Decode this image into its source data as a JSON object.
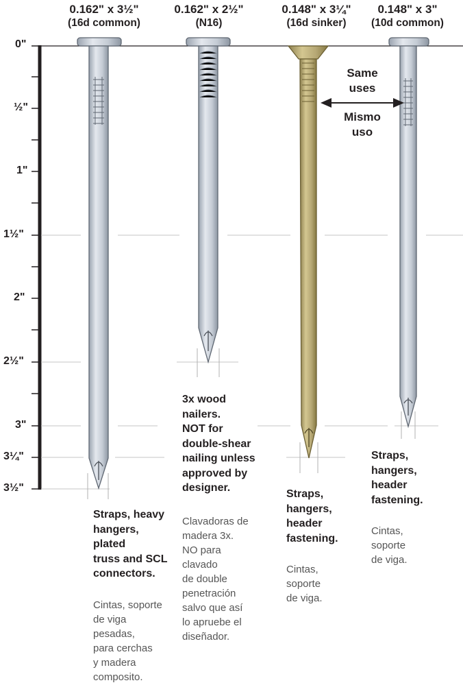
{
  "nails": [
    {
      "size": "0.162\" x 3½\"",
      "name": "(16d common)",
      "use_en": [
        "Straps, heavy",
        "hangers,",
        "plated",
        "truss and SCL",
        "connectors."
      ],
      "use_es": [
        "Cintas, soporte",
        "de viga",
        "pesadas,",
        "para cerchas",
        "y madera",
        "composito."
      ]
    },
    {
      "size": "0.162\" x 2½\"",
      "name": "(N16)",
      "use_en": [
        "3x wood",
        "nailers.",
        "NOT for",
        "double-shear",
        "nailing unless",
        "approved by",
        "designer."
      ],
      "use_es": [
        "Clavadoras de",
        "madera 3x.",
        "NO para",
        "clavado",
        "de double",
        "penetración",
        "salvo que así",
        "lo apruebe el",
        "diseñador."
      ]
    },
    {
      "size": "0.148\" x 3¼\"",
      "name": "(16d sinker)",
      "use_en": [
        "Straps,",
        "hangers,",
        "header",
        "fastening."
      ],
      "use_es": [
        "Cintas,",
        "soporte",
        "de viga."
      ]
    },
    {
      "size": "0.148\" x 3\"",
      "name": "(10d common)",
      "use_en": [
        "Straps,",
        "hangers,",
        "header",
        "fastening."
      ],
      "use_es": [
        "Cintas,",
        "soporte",
        "de viga."
      ]
    }
  ],
  "ruler": {
    "t0": "0\"",
    "t05": "½\"",
    "t1": "1\"",
    "t15": "1½\"",
    "t2": "2\"",
    "t25": "2½\"",
    "t3": "3\"",
    "t325": "3¼\"",
    "t35": "3½\""
  },
  "same_uses": {
    "en1": "Same",
    "en2": "uses",
    "es1": "Mismo",
    "es2": "uso"
  },
  "colors": {
    "steel": "#c9d0d9",
    "steel_dark": "#7e8794",
    "sinker": "#b5a774",
    "sinker_dark": "#7a6d3e",
    "ruler": "#231f20",
    "guide": "#bfbfbf"
  }
}
